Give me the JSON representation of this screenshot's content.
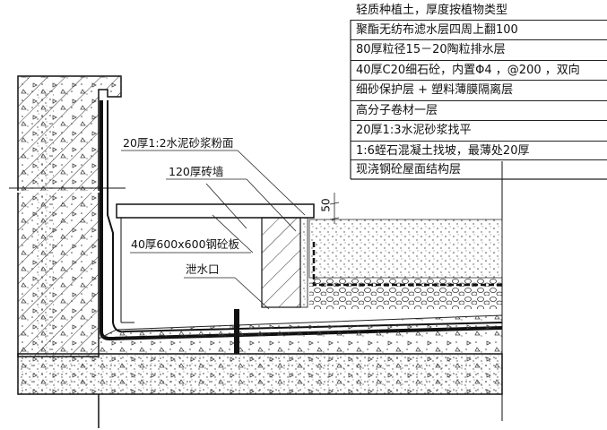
{
  "layers_table": [
    "轻质种植土，厚度按植物类型",
    "聚酯无纺布滤水层四周上翻100",
    "80厚粒径15－20陶粒排水层",
    "40厚C20细石砼，内置Φ4 ，@200 ，双向",
    "细砂保护层 + 塑料薄膜隔离层",
    "高分子卷材一层",
    "20厚1:3水泥砂浆找平",
    "1:6蛭石混凝土找坡，最薄处20厚",
    "现浇钢砼屋面结构层"
  ],
  "callouts": {
    "mortar": "20厚1:2水泥砂浆粉面",
    "brick_wall": "120厚砖墙",
    "slab": "40厚600x600钢砼板",
    "drain": "泄水口"
  },
  "dimension": "50"
}
